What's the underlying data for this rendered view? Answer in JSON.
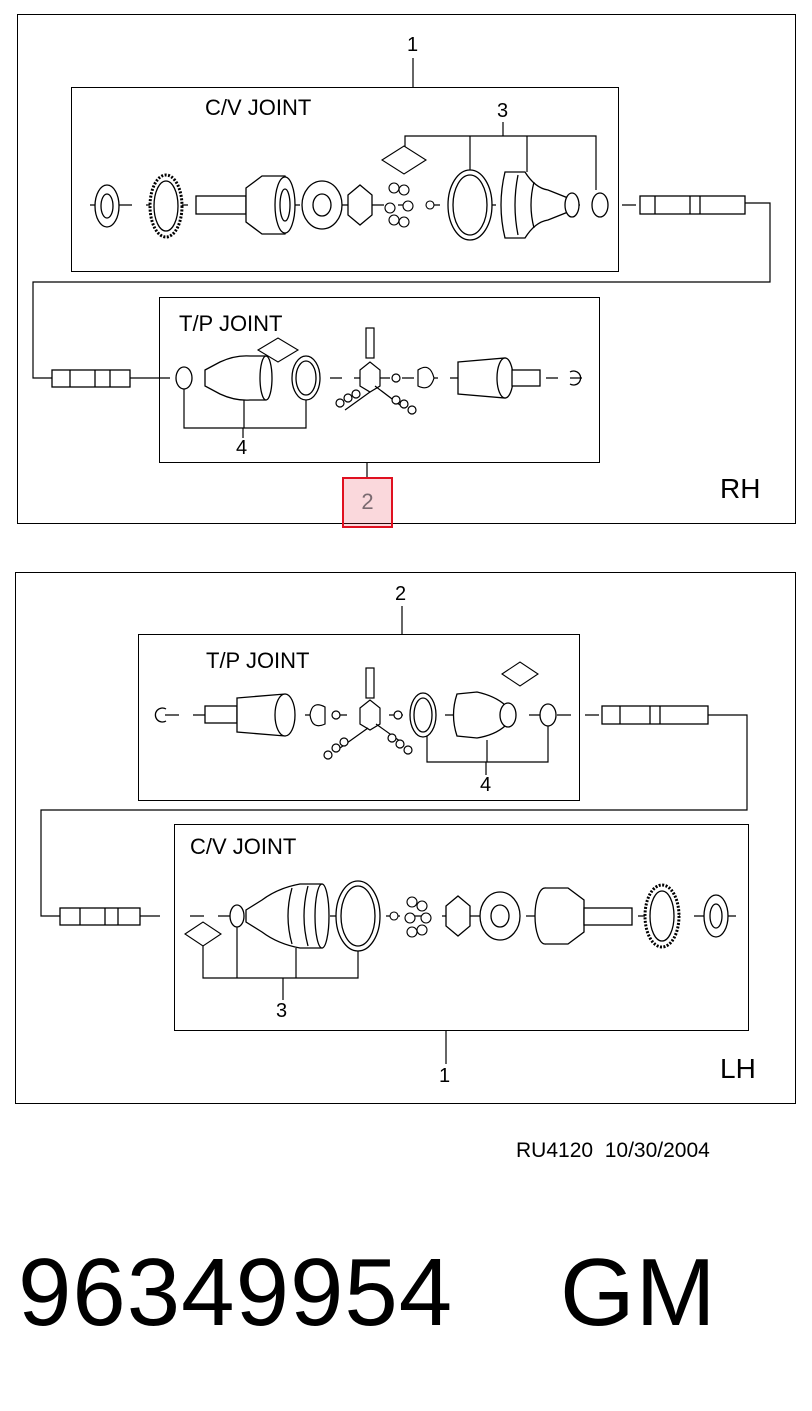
{
  "rh": {
    "side_label": "RH",
    "cv_joint_title": "C/V JOINT",
    "tp_joint_title": "T/P JOINT",
    "callout_1": "1",
    "callout_2": "2",
    "callout_3": "3",
    "callout_4": "4"
  },
  "lh": {
    "side_label": "LH",
    "cv_joint_title": "C/V JOINT",
    "tp_joint_title": "T/P JOINT",
    "callout_1": "1",
    "callout_2": "2",
    "callout_3": "3",
    "callout_4": "4"
  },
  "drawing_ref": "RU4120",
  "drawing_date": "10/30/2004",
  "part_number": "96349954",
  "brand": "GM",
  "highlight_color": "#e01020"
}
